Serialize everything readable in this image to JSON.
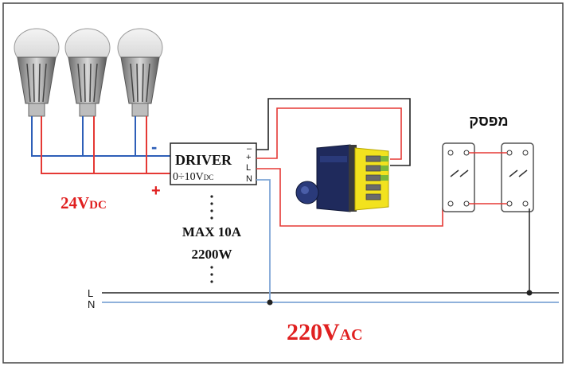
{
  "colors": {
    "red_wire": "#e53935",
    "blue_wire": "#2e5fb8",
    "black_wire": "#222222",
    "light_blue_wire": "#7fa6d6",
    "label_red": "#e02020",
    "driver_border": "#222222",
    "dimmer_blue": "#1f2a5c",
    "dimmer_yellow": "#f2e21e"
  },
  "driver": {
    "title": "DRIVER",
    "range_prefix": "0÷10V",
    "range_sub": "DC",
    "terminal_minus": "–",
    "terminal_plus": "+",
    "terminal_l": "L",
    "terminal_n": "N"
  },
  "dc_label": {
    "value": "24V",
    "sub": "DC"
  },
  "polarity": {
    "minus": "-",
    "plus": "+"
  },
  "rating": {
    "max": "MAX 10A",
    "power": "2200W"
  },
  "mains": {
    "line_l": "L",
    "line_n": "N",
    "value": "220V",
    "sub": "AC"
  },
  "switch_label": "מפסק",
  "icons": {
    "bulb": "led-bulb-icon",
    "dimmer": "dimmer-module-icon",
    "switch": "wall-switch-icon"
  }
}
